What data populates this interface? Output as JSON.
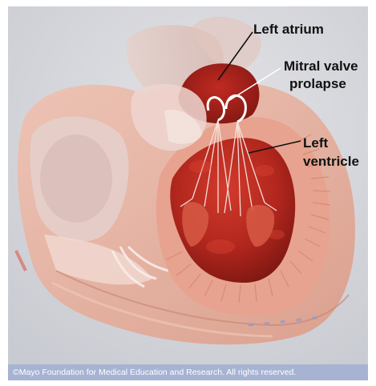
{
  "illustration": {
    "subject": "heart-cross-section-mitral-valve-prolapse",
    "labels": {
      "left_atrium": "Left atrium",
      "mitral_line1": "Mitral valve",
      "mitral_line2": "prolapse",
      "ventricle_line1": "Left",
      "ventricle_line2": "ventricle"
    },
    "copyright": "©Mayo Foundation for Medical Education and Research.  All rights reserved.",
    "colors": {
      "background": "#d6d7dc",
      "heart_tissue": "#e9b6a6",
      "chamber": "#a8231c",
      "caption_bar": "#a6b3d3"
    }
  }
}
